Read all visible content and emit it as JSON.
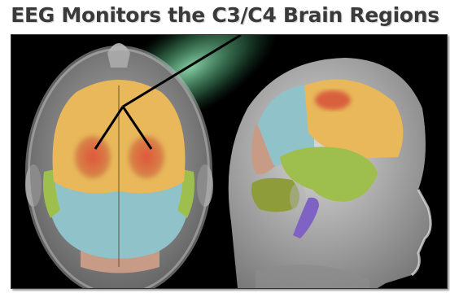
{
  "title": "EEG Monitors the C3/C4 Brain Regions",
  "illustration": {
    "left_view": "top-of-head",
    "right_view": "side-of-head",
    "colors": {
      "background": "#000000",
      "skin": "#9a9a9a",
      "frontal_lobe": "#e8b85a",
      "motor_spot": "#d9603c",
      "parietal_lobe": "#8fc3c9",
      "occipital_lobe": "#c89b86",
      "temporal_lobe": "#9ebf4e",
      "cerebellum": "#8e9c3a",
      "brainstem": "#7f63c4",
      "glow": "#7fe3a6",
      "lead_wire": "#000000"
    }
  }
}
